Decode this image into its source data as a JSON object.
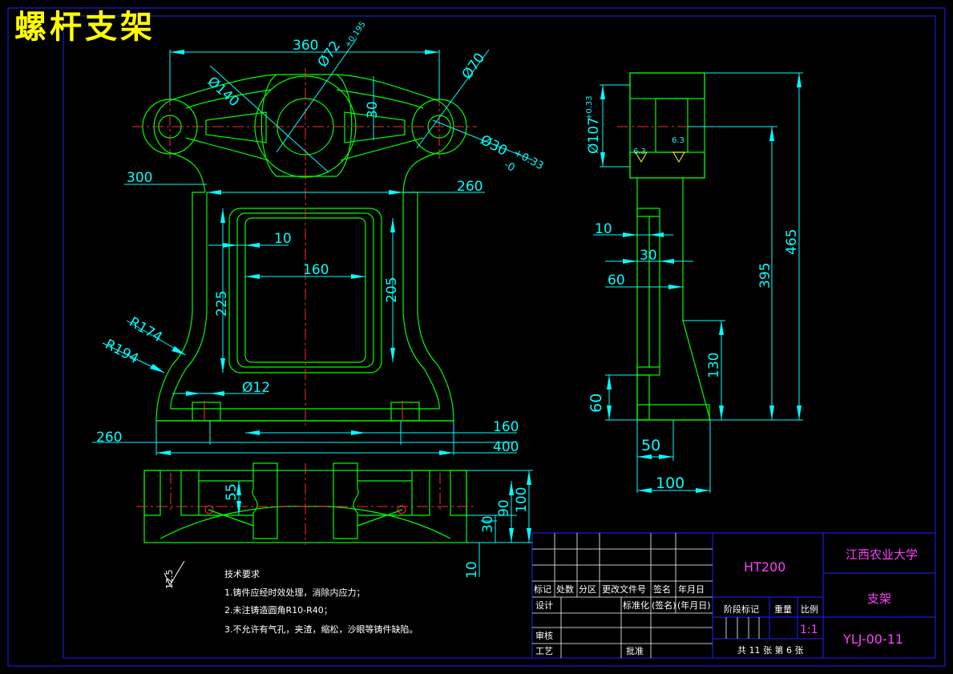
{
  "drawing_title": "螺杆支架",
  "dimensions": {
    "d360": "360",
    "d140": "Ø140",
    "d72": "Ø72",
    "d72_tol": "+0.195",
    "d70": "Ø70",
    "d30v": "30",
    "d30hole": "Ø30",
    "d30hole_tol_upper": "+0.33",
    "d30hole_tol_lower": "-0",
    "d300": "300",
    "d260_top": "260",
    "d10": "10",
    "d160": "160",
    "d225": "225",
    "d205": "205",
    "r174": "R174",
    "r194": "R194",
    "d12": "Ø12",
    "d260_bot": "260",
    "d160_bot": "160",
    "d400": "400",
    "s_d107": "Ø107",
    "s_d107_tol": "+0.33",
    "s_63a": "6.3",
    "s_63b": "6.3",
    "s_10": "10",
    "s_30": "30",
    "s_60": "60",
    "s_395": "395",
    "s_465": "465",
    "s_130": "130",
    "s_60b": "60",
    "s_50": "50",
    "s_100": "100",
    "p_55": "55",
    "p_30": "30",
    "p_90": "90",
    "p_100": "100",
    "p_10": "10",
    "rough": "12.5"
  },
  "tech_notes": {
    "heading": "技术要求",
    "n1": "1.铸件应经时效处理，消除内应力；",
    "n2": "2.未注铸造圆角R10-R40；",
    "n3": "3.不允许有气孔，夹渣，缩松，沙眼等铸件缺陷。"
  },
  "title_block": {
    "material": "HT200",
    "school": "江西农业大学",
    "part_name": "支架",
    "drawing_no": "YLJ-00-11",
    "h_mark": "标记",
    "h_count": "处数",
    "h_zone": "分区",
    "h_doc": "更改文件号",
    "h_sign": "签名",
    "h_date": "年月日",
    "h_design": "设计",
    "h_std": "标准化",
    "h_sign2": "(签名)",
    "h_date2": "(年月日)",
    "h_stage": "阶段标记",
    "h_weight": "重量",
    "h_scale": "比例",
    "scale": "1:1",
    "h_review": "审核",
    "h_process": "工艺",
    "h_approve": "批准",
    "sheets": "共 11 张 第 6 张"
  },
  "colors": {
    "outline": "#00ff00",
    "dimension": "#00ffff",
    "centerline": "#ff3030",
    "border": "#2020ff",
    "title": "#ffff00",
    "tb_text": "#ff40ff"
  }
}
